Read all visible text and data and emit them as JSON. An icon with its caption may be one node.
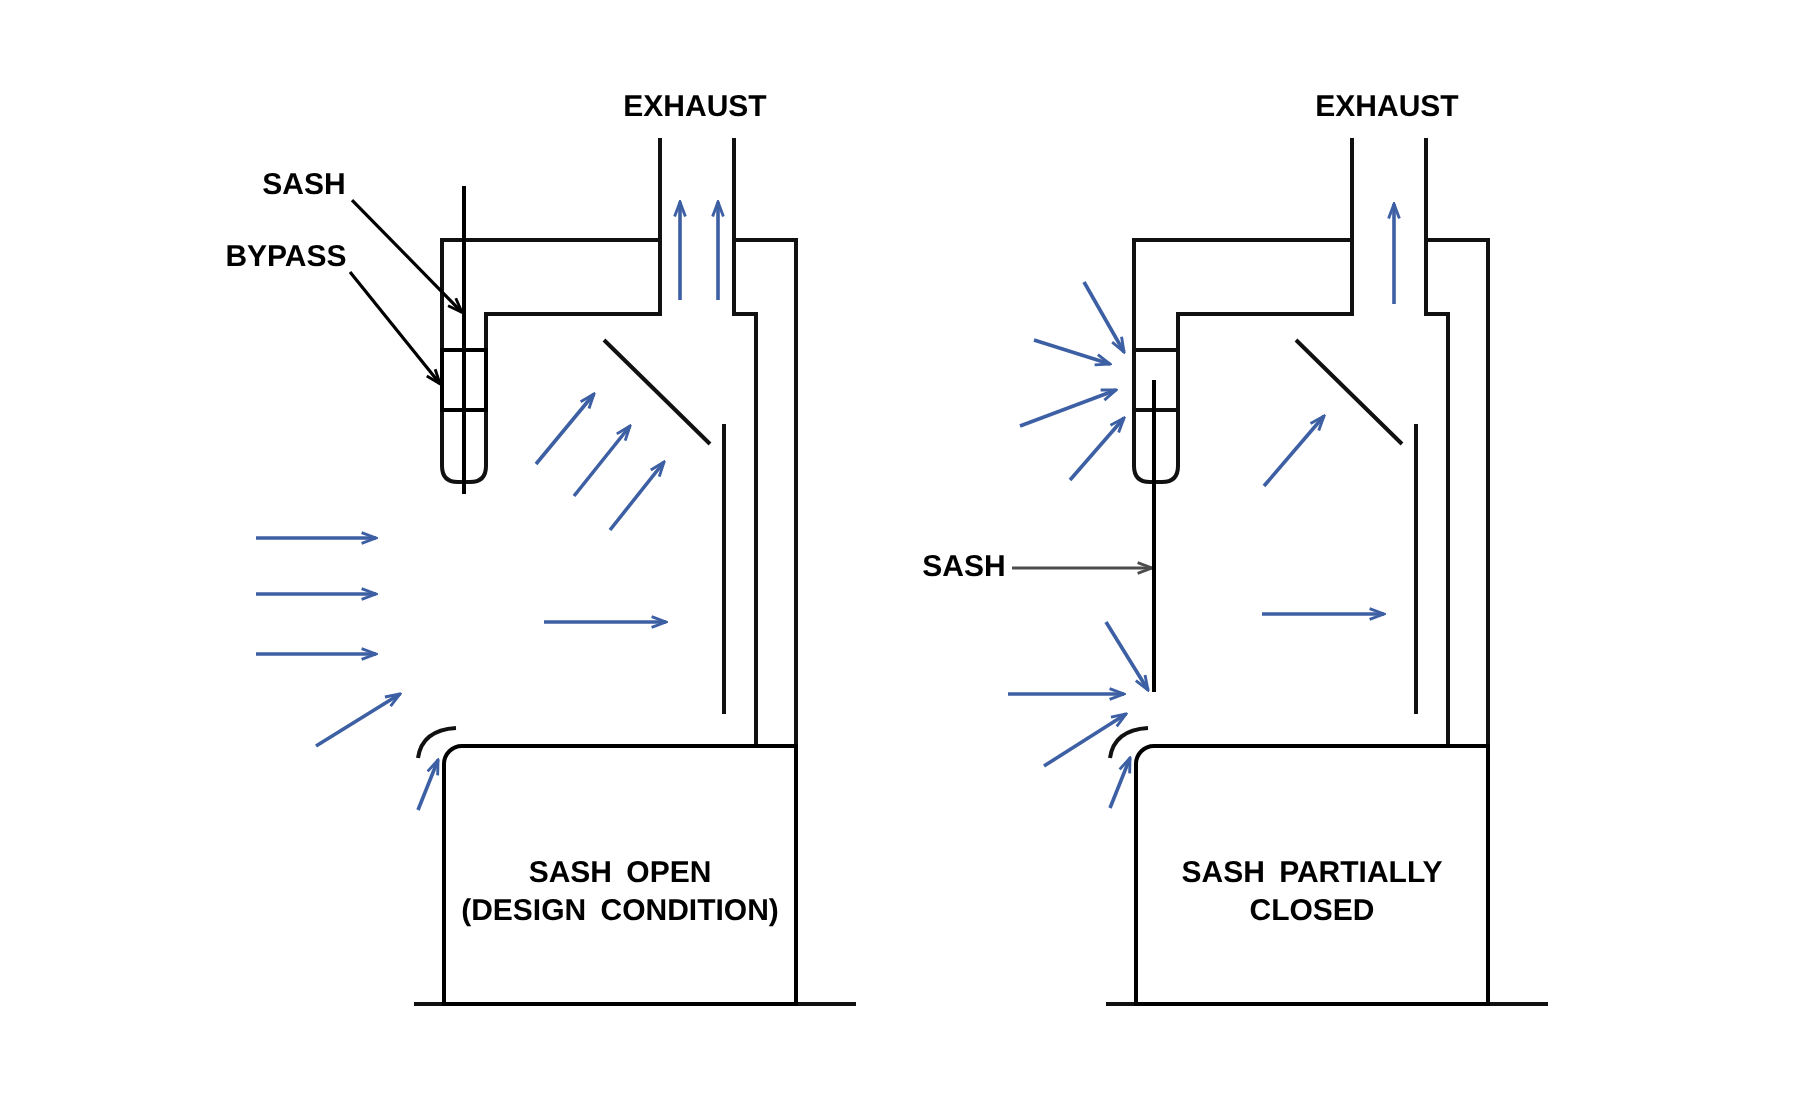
{
  "diagram": {
    "nodes": [
      {
        "text": [
          "SASH"
        ]
      },
      {
        "text": [],
        "shape": "bar"
      },
      {
        "text": [
          "BYPASS"
        ]
      },
      {
        "text": [],
        "shape": "box"
      },
      {
        "text": [
          "SASH OPEN (DESIGN CONDITION)"
        ]
      },
      {
        "text": [
          "SASH"
        ]
      },
      {
        "text": [],
        "shape": "bar"
      },
      {
        "text": [
          "SASH PARTIALLY CLOSED"
        ]
      }
    ],
    "edges": [
      {
        "from": 0,
        "to": 1,
        "arrow": "to"
      },
      {
        "from": 2,
        "to": 3,
        "arrow": "to"
      },
      {
        "from": 5,
        "to": 6,
        "arrow": "to",
        "color": "#4d4d4d"
      }
    ],
    "labels": [
      "EXHAUST",
      "EXHAUST"
    ]
  }
}
